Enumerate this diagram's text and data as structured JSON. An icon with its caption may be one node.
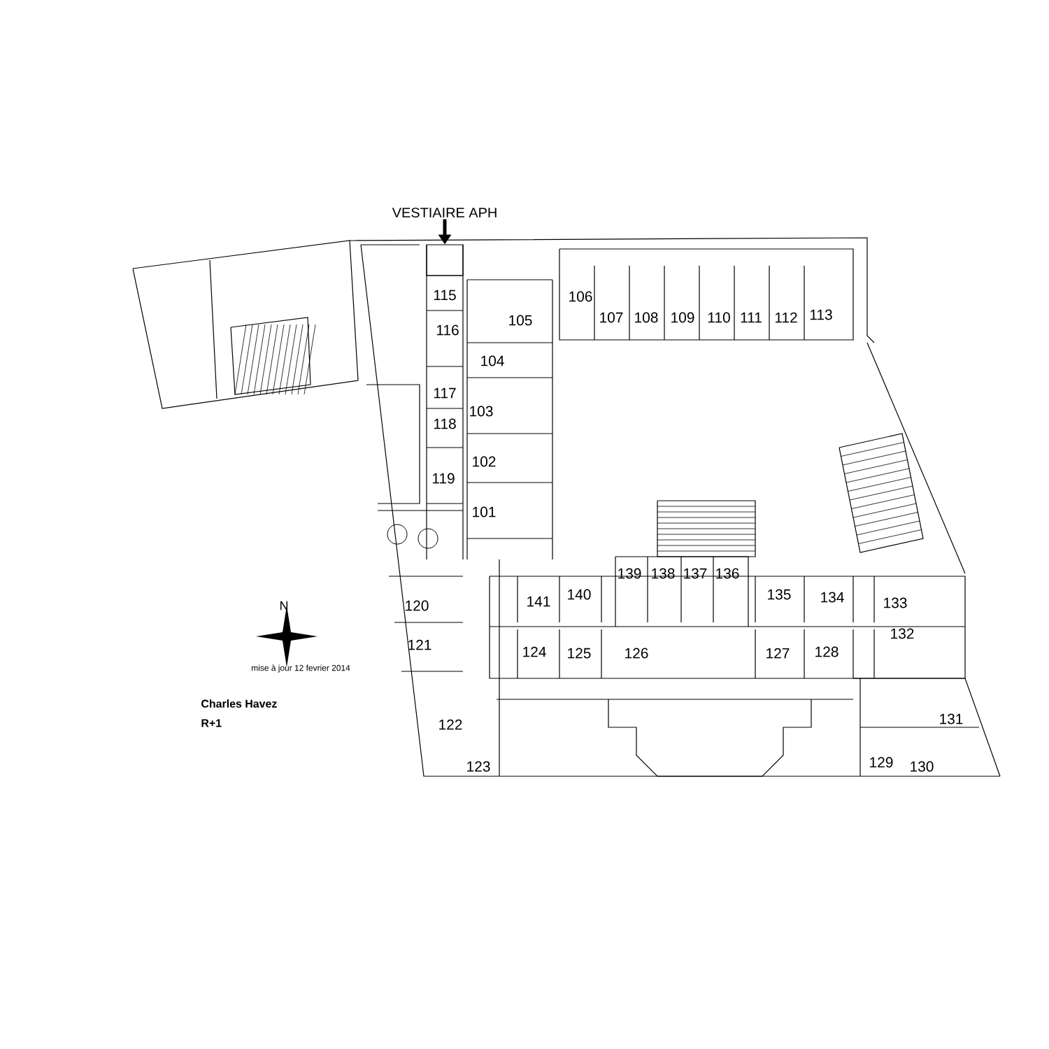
{
  "diagram": {
    "nodes": [
      {
        "text": [
          "VESTIAIRE APH"
        ]
      },
      {
        "text": [],
        "shape": "box"
      }
    ],
    "edges": [
      {
        "from": 0,
        "to": 1,
        "arrow": "to"
      }
    ],
    "labels": [
      "N",
      "mise à jour 12 fevrier 2014",
      "Charles Havez",
      "R+1",
      "115",
      "106",
      "105",
      "107",
      "108",
      "109",
      "110",
      "111",
      "112",
      "113",
      "116",
      "104",
      "117",
      "118",
      "103",
      "102",
      "119",
      "101",
      "139",
      "138",
      "137",
      "136",
      "120",
      "141",
      "140",
      "135",
      "134",
      "133",
      "132",
      "124",
      "125",
      "126",
      "127",
      "128",
      "121",
      "122",
      "131",
      "123",
      "129",
      "130"
    ]
  }
}
